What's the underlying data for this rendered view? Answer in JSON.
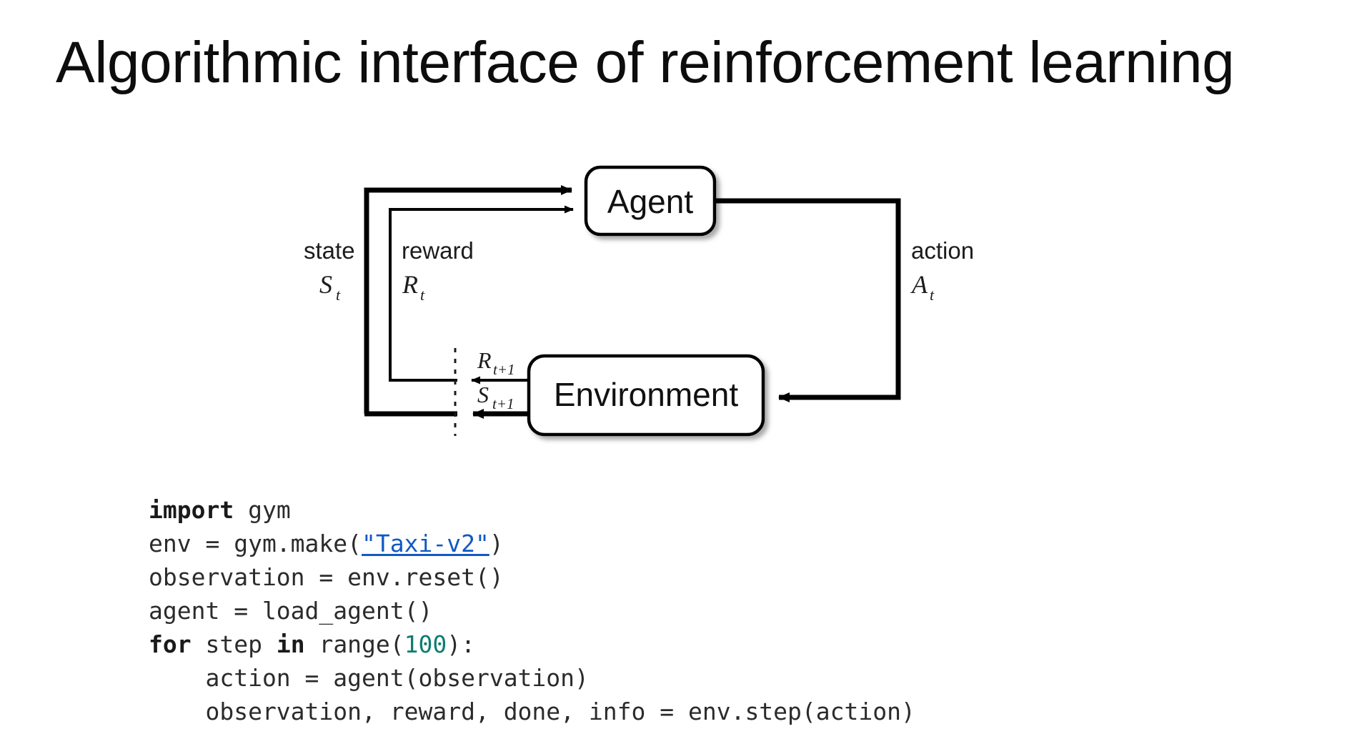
{
  "slide": {
    "title": "Algorithmic interface of reinforcement learning",
    "background_color": "#ffffff"
  },
  "diagram": {
    "type": "agent-environment-loop",
    "nodes": [
      {
        "id": "agent",
        "label": "Agent"
      },
      {
        "id": "environment",
        "label": "Environment"
      }
    ],
    "edge_labels": {
      "state_word": "state",
      "state_symbol": "S",
      "state_subscript": "t",
      "reward_word": "reward",
      "reward_symbol": "R",
      "reward_subscript": "t",
      "action_word": "action",
      "action_symbol": "A",
      "action_subscript": "t",
      "next_reward_symbol": "R",
      "next_reward_subscript": "t+1",
      "next_state_symbol": "S",
      "next_state_subscript": "t+1"
    },
    "stroke_color": "#000000"
  },
  "code": {
    "language": "python",
    "link_color": "#1159c4",
    "number_color": "#0e7c71",
    "lines": [
      {
        "id": "line-1",
        "tokens": [
          {
            "text": "import",
            "style": "kw"
          },
          {
            "text": " gym",
            "style": "plain"
          }
        ]
      },
      {
        "id": "line-2",
        "tokens": [
          {
            "text": "env = gym.make(",
            "style": "plain"
          },
          {
            "text": "\"Taxi-v2\"",
            "style": "link"
          },
          {
            "text": ")",
            "style": "plain"
          }
        ]
      },
      {
        "id": "line-3",
        "tokens": [
          {
            "text": "observation = env.reset()",
            "style": "plain"
          }
        ]
      },
      {
        "id": "line-4",
        "tokens": [
          {
            "text": "agent = load_agent()",
            "style": "plain"
          }
        ]
      },
      {
        "id": "line-5",
        "tokens": [
          {
            "text": "for",
            "style": "kw"
          },
          {
            "text": " step ",
            "style": "plain"
          },
          {
            "text": "in",
            "style": "kw"
          },
          {
            "text": " range(",
            "style": "plain"
          },
          {
            "text": "100",
            "style": "num"
          },
          {
            "text": "):",
            "style": "plain"
          }
        ]
      },
      {
        "id": "line-6",
        "tokens": [
          {
            "text": "    action = agent(observation)",
            "style": "plain"
          }
        ]
      },
      {
        "id": "line-7",
        "tokens": [
          {
            "text": "    observation, reward, done, info = env.step(action)",
            "style": "plain"
          }
        ]
      }
    ]
  }
}
